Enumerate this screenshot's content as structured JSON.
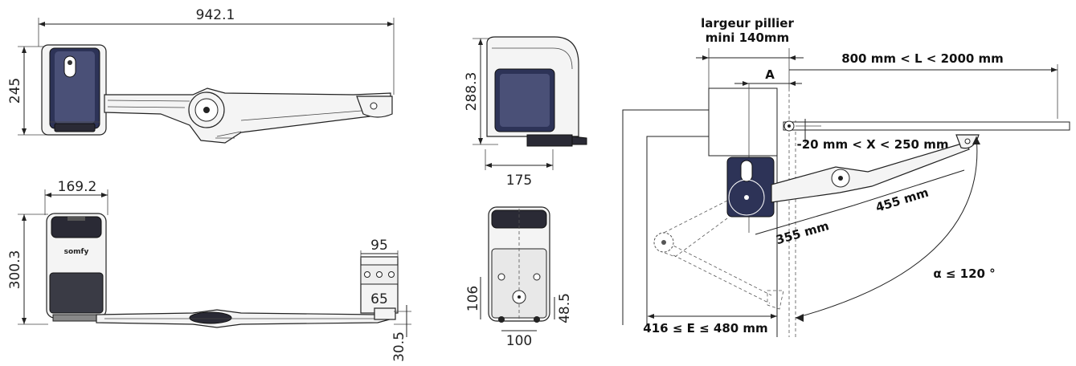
{
  "top_view": {
    "width": "942.1",
    "height": "245"
  },
  "side_view": {
    "height": "288.3",
    "depth": "175"
  },
  "front_view": {
    "width": "169.2",
    "height": "300.3",
    "bracket_width": "95",
    "bracket_holes": "65",
    "bracket_offset": "30.5",
    "logo": "somfy"
  },
  "rear_view": {
    "hole_v": "106",
    "hole_h": "100",
    "hole_offset": "48.5"
  },
  "installation": {
    "pillar_label_1": "largeur pillier",
    "pillar_label_2": "mini 140mm",
    "length": "800 mm < L < 2000 mm",
    "a_label": "A",
    "x_range": "-20 mm < X < 250 mm",
    "arm_long": "455 mm",
    "arm_short": "355 mm",
    "angle": "α ≤ 120 °",
    "e_range": "416 ≤ E ≤ 480 mm"
  }
}
